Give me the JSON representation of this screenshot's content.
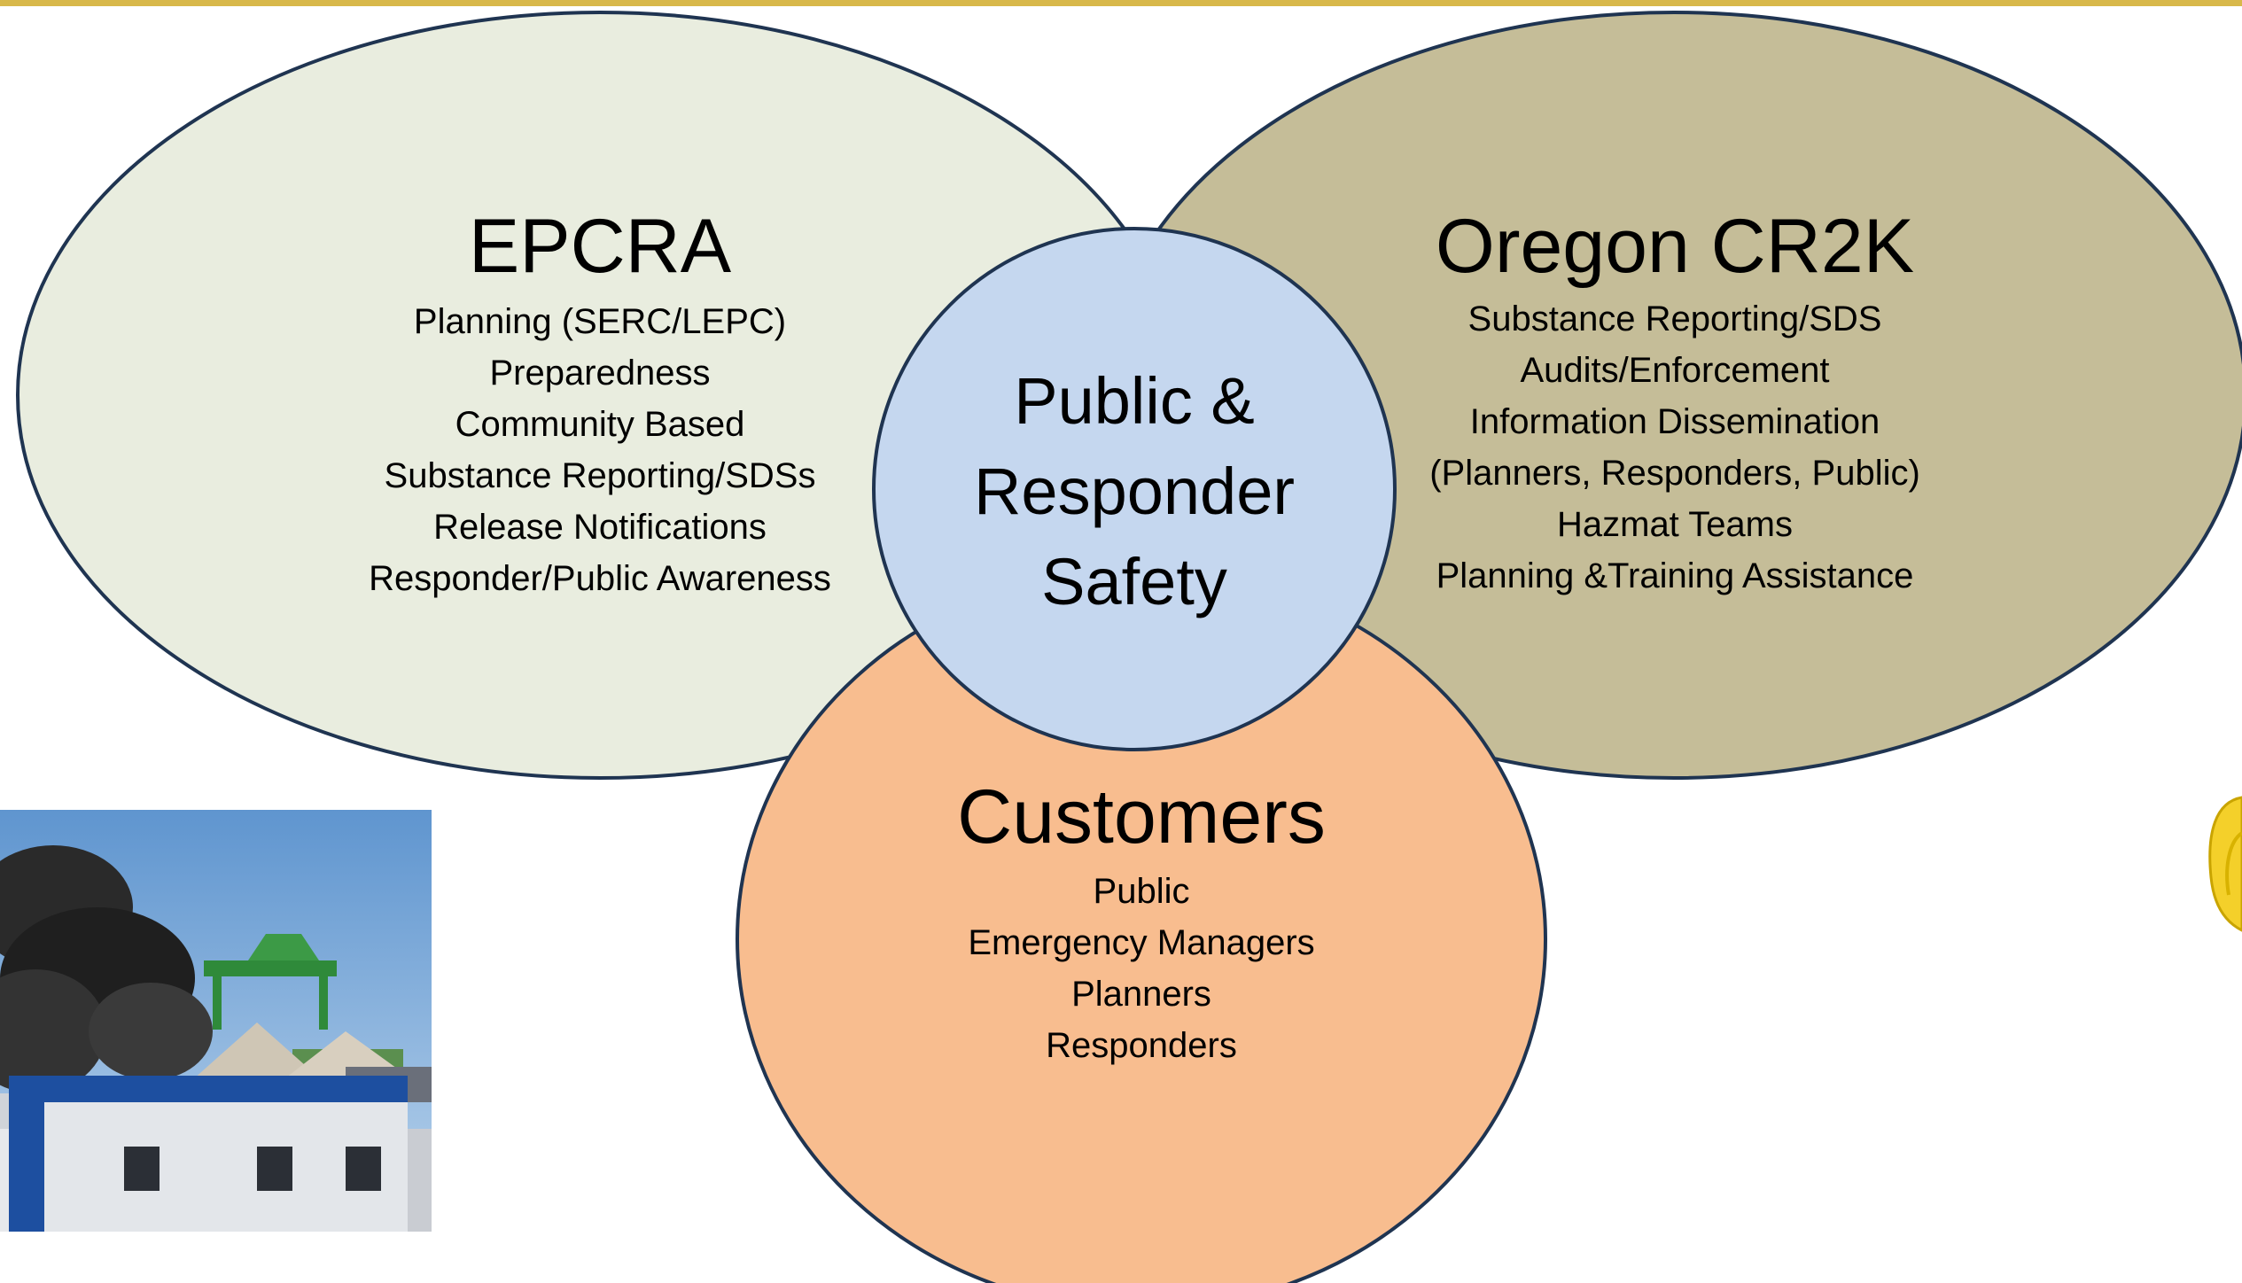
{
  "colors": {
    "top_rule": "#d8b84a",
    "epcra_fill": "#e9eddf",
    "cr2k_fill": "#c5bd98",
    "customers_fill": "#f8bd8f",
    "center_fill": "#c5d7ef",
    "outline": "#1f3451"
  },
  "epcra": {
    "title": "EPCRA",
    "items": [
      "Planning (SERC/LEPC)",
      "Preparedness",
      "Community Based",
      "Substance Reporting/SDSs",
      "Release Notifications",
      "Responder/Public Awareness"
    ]
  },
  "cr2k": {
    "title": "Oregon CR2K",
    "items": [
      "Substance Reporting/SDS",
      "Audits/Enforcement",
      "Information Dissemination",
      "(Planners, Responders, Public)",
      "Hazmat Teams",
      "Planning &Training Assistance"
    ]
  },
  "customers": {
    "title": "Customers",
    "items": [
      "Public",
      "Emergency Managers",
      "Planners",
      "Responders"
    ]
  },
  "center": {
    "lines": [
      "Public &",
      "Responder",
      "Safety"
    ]
  },
  "images": {
    "left_photo": "industrial-fire-photo",
    "right_clipart": "yellow-hard-hat-icon"
  }
}
